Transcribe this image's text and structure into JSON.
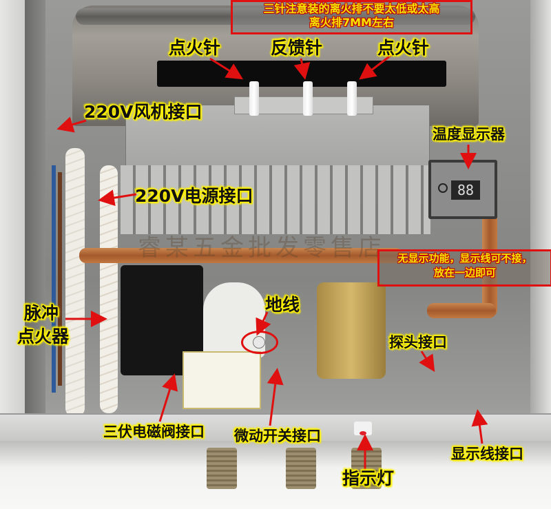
{
  "image": {
    "subject": "Gas water heater interior with labeled components",
    "colors": {
      "label_text": "#111111",
      "label_glow": "#fff200",
      "arrow": "#e01010",
      "note_border": "#e01010",
      "note_text": "#f5e600"
    }
  },
  "notes": {
    "top": {
      "line1": "三针注意装的离火排不要太低或太高",
      "line2": "离火排7MM左右"
    },
    "right": {
      "line1": "无显示功能，显示线可不接，",
      "line2": "放在一边即可"
    }
  },
  "labels": {
    "ignition_needle_left": "点火针",
    "feedback_needle": "反馈针",
    "ignition_needle_right": "点火针",
    "fan_interface": "220V风机接口",
    "power_interface": "220V电源接口",
    "temperature_display": "温度显示器",
    "pulse_igniter_line1": "脉冲",
    "pulse_igniter_line2": "点火器",
    "ground_wire": "地线",
    "probe_interface": "探头接口",
    "solenoid_valve_interface": "三伏电磁阀接口",
    "micro_switch_interface": "微动开关接口",
    "display_wire_interface": "显示线接口",
    "indicator_light": "指示灯"
  },
  "display": {
    "reading": "88"
  },
  "watermark": {
    "text": "睿某五金批发零售店"
  }
}
